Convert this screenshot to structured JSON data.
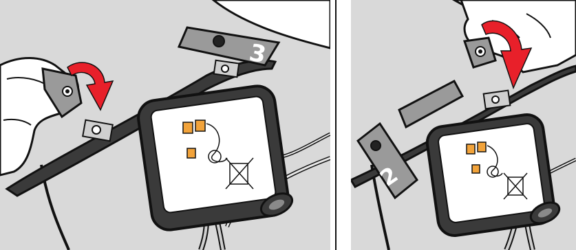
{
  "figure": {
    "steps": [
      {
        "label": "3",
        "panel": "left"
      },
      {
        "label": "2",
        "panel": "right"
      }
    ],
    "colors": {
      "background": "#d9d9d9",
      "arrow": "#e8202a",
      "device": "#3a3a3a",
      "electrode_pad": "#f2a33a",
      "outline": "#111111",
      "tab": "#9a9a9a"
    },
    "icons": [
      "curved-arrow-icon",
      "hand-icon",
      "snap-connector-icon",
      "waste-bin-icon"
    ]
  }
}
